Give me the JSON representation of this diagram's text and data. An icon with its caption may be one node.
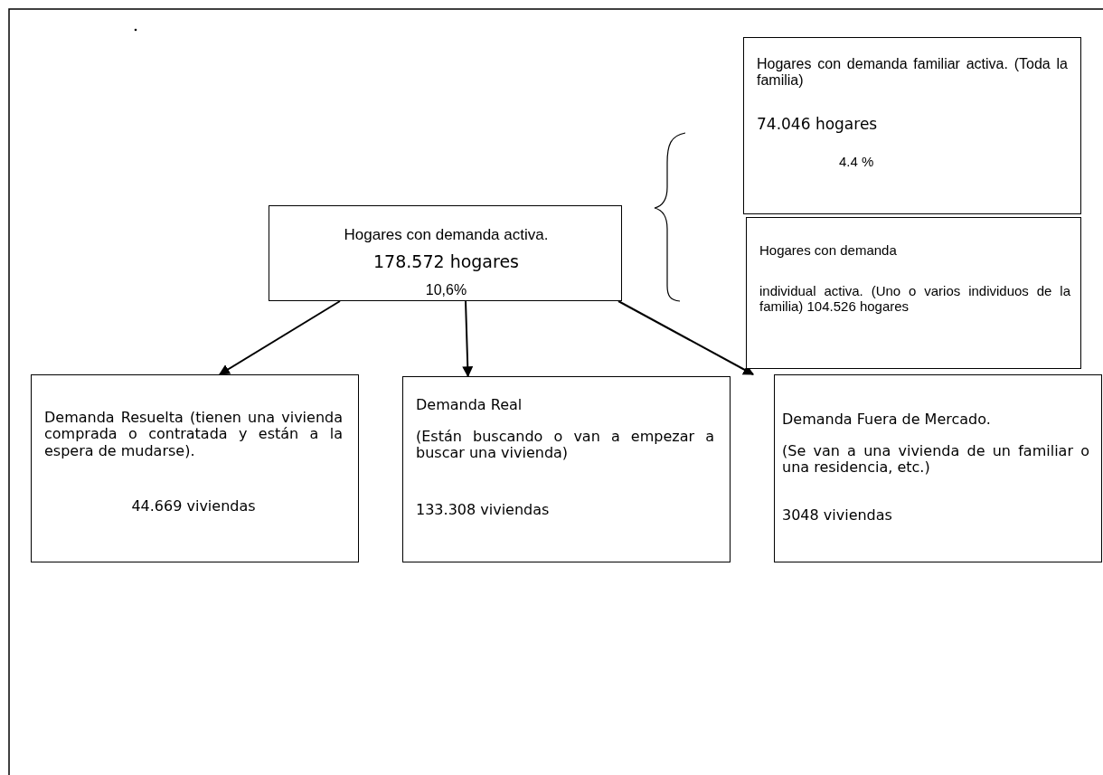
{
  "diagram": {
    "nodes": [
      {
        "text": [
          "Hogares con demanda activa.",
          "178.572 hogares",
          "10,6%"
        ]
      },
      {
        "text": [
          "Hogares con demanda familiar activa. (Toda la familia)",
          "74.046 hogares",
          "4.4 %"
        ]
      },
      {
        "text": [
          "Hogares con demanda",
          "individual activa. (Uno o varios individuos de la familia) 104.526 hogares"
        ]
      },
      {
        "text": [
          "Demanda Resuelta (tienen una vivienda comprada o contratada y están a la espera de mudarse).",
          "44.669 viviendas"
        ]
      },
      {
        "text": [
          "Demanda Real",
          "(Están buscando o van a empezar a buscar una vivienda)",
          "133.308 viviendas"
        ]
      },
      {
        "text": [
          "Demanda Fuera de Mercado.",
          "(Se van a una vivienda de un familiar o una residencia, etc.)",
          "3048 viviendas"
        ]
      }
    ],
    "edges": [
      {
        "from": 0,
        "to": 3,
        "arrow": "to"
      },
      {
        "from": 0,
        "to": 4,
        "arrow": "to"
      },
      {
        "from": 0,
        "to": 5,
        "arrow": "to"
      }
    ]
  }
}
